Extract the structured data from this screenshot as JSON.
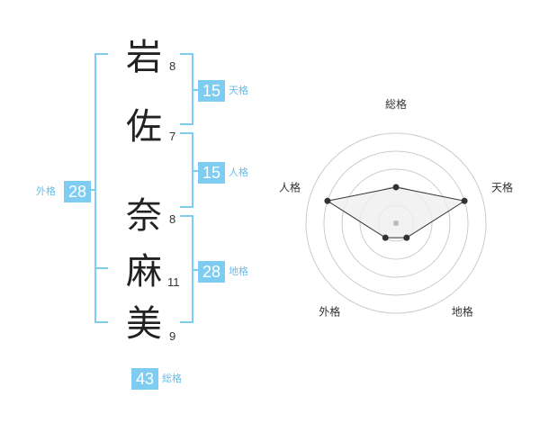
{
  "name": {
    "chars": [
      {
        "char": "岩",
        "strokes": "8"
      },
      {
        "char": "佐",
        "strokes": "7"
      },
      {
        "char": "奈",
        "strokes": "8"
      },
      {
        "char": "麻",
        "strokes": "11"
      },
      {
        "char": "美",
        "strokes": "9"
      }
    ]
  },
  "kaku": {
    "tenkaku": {
      "value": "15",
      "label": "天格"
    },
    "jinkaku": {
      "value": "15",
      "label": "人格"
    },
    "chikaku": {
      "value": "28",
      "label": "地格"
    },
    "gaikaku": {
      "value": "28",
      "label": "外格"
    },
    "soukaku": {
      "value": "43",
      "label": "総格"
    }
  },
  "colors": {
    "bracket": "#7fccf2",
    "badge": "#7fccf2",
    "badge_label": "#66bde9",
    "radar_fill": "#efefef",
    "radar_line": "#333333",
    "ring": "#cccccc"
  },
  "chart_data": {
    "type": "radar",
    "axes": [
      "総格",
      "天格",
      "地格",
      "外格",
      "人格"
    ],
    "values": [
      2,
      4,
      1,
      1,
      4
    ],
    "max": 5,
    "rings": 5
  }
}
